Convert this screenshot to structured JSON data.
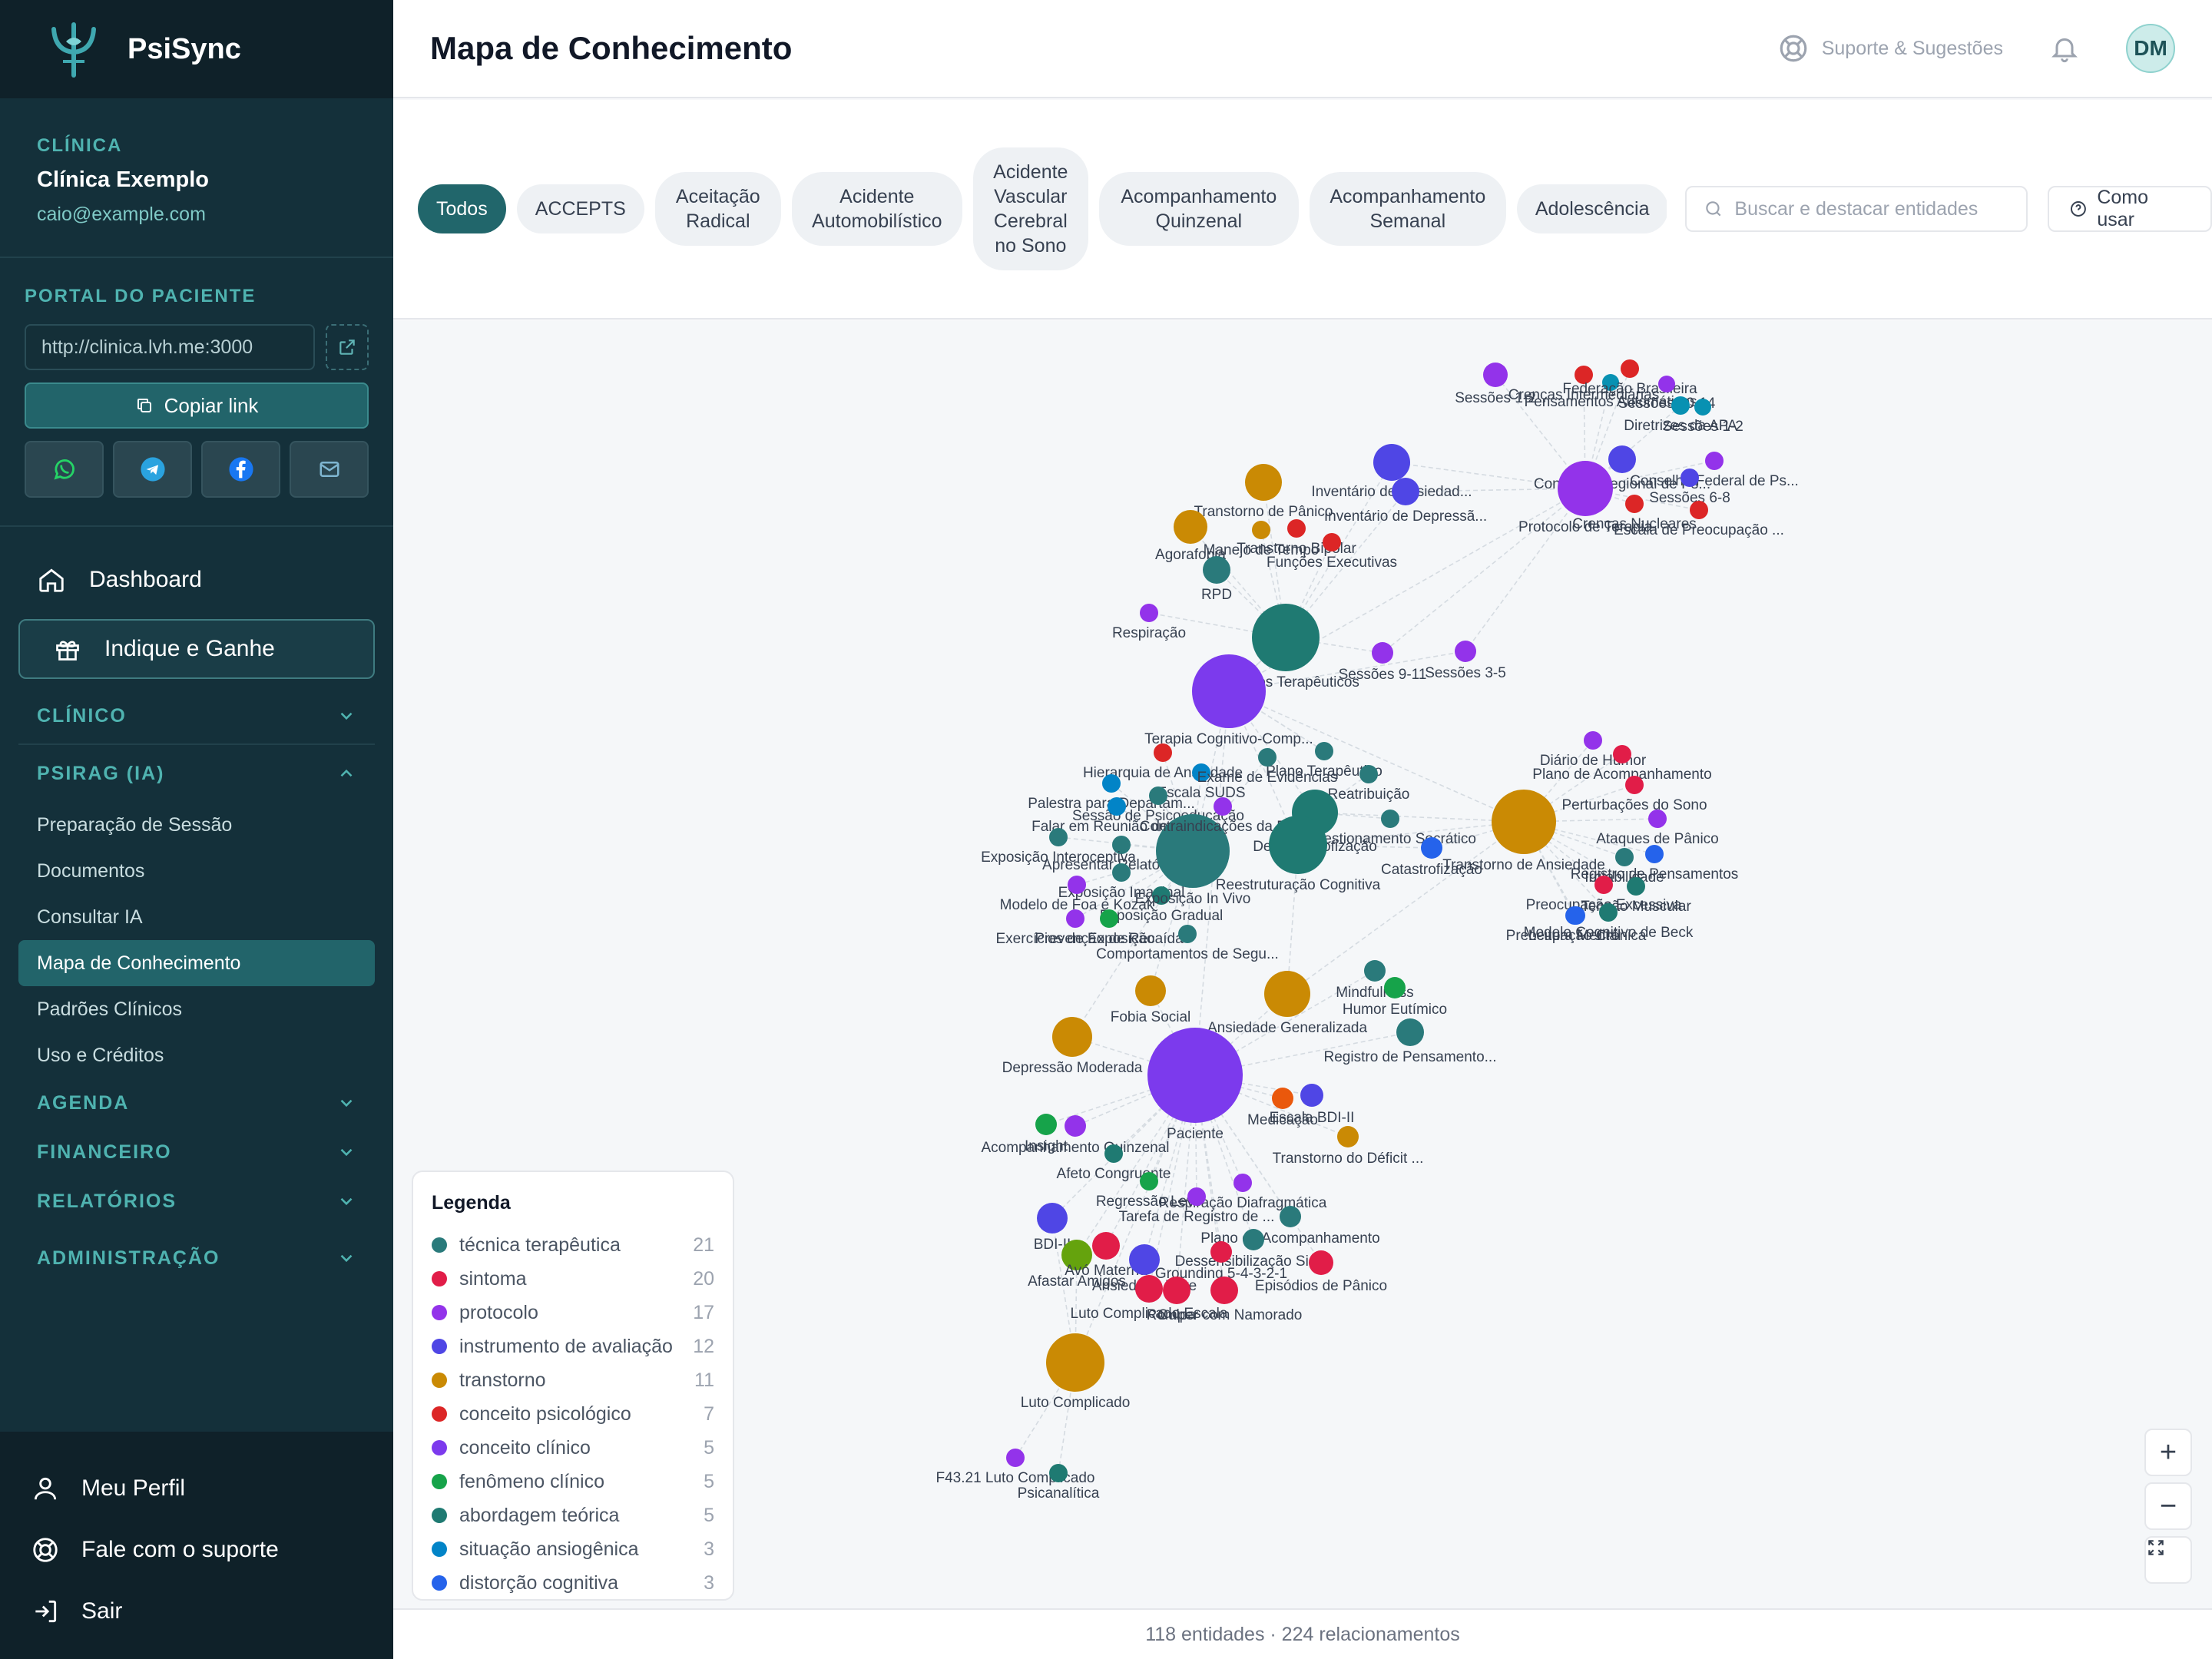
{
  "app": {
    "name": "PsiSync"
  },
  "clinic": {
    "label": "CLÍNICA",
    "name": "Clínica Exemplo",
    "email": "caio@example.com"
  },
  "portal": {
    "label": "PORTAL DO PACIENTE",
    "url": "http://clinica.lvh.me:3000",
    "copy_label": "Copiar link"
  },
  "nav": {
    "dashboard": "Dashboard",
    "refer": "Indique e Ganhe",
    "sections": {
      "clinico": "CLÍNICO",
      "psirag": "PSIRAG (IA)",
      "agenda": "AGENDA",
      "financeiro": "FINANCEIRO",
      "relatorios": "RELATÓRIOS",
      "administracao": "ADMINISTRAÇÃO"
    },
    "psirag_items": [
      "Preparação de Sessão",
      "Documentos",
      "Consultar IA",
      "Mapa de Conhecimento",
      "Padrões Clínicos",
      "Uso e Créditos"
    ],
    "bottom": [
      "Meu Perfil",
      "Fale com o suporte",
      "Sair"
    ]
  },
  "header": {
    "title": "Mapa de Conhecimento",
    "support": "Suporte & Sugestões",
    "avatar": "DM"
  },
  "filters": {
    "chips": [
      "Todos",
      "ACCEPTS",
      "Aceitação Radical",
      "Acidente Automobilístico",
      "Acidente Vascular Cerebral no Sono",
      "Acompanhamento Quinzenal",
      "Acompanhamento Semanal",
      "Adolescência"
    ],
    "search_placeholder": "Buscar e destacar entidades",
    "how_to": "Como usar"
  },
  "legend": {
    "title": "Legenda",
    "items": [
      {
        "label": "técnica terapêutica",
        "count": "21",
        "color": "#2a7a7b"
      },
      {
        "label": "sintoma",
        "count": "20",
        "color": "#e11d48"
      },
      {
        "label": "protocolo",
        "count": "17",
        "color": "#9333ea"
      },
      {
        "label": "instrumento de avaliação",
        "count": "12",
        "color": "#4f46e5"
      },
      {
        "label": "transtorno",
        "count": "11",
        "color": "#ca8a04"
      },
      {
        "label": "conceito psicológico",
        "count": "7",
        "color": "#dc2626"
      },
      {
        "label": "conceito clínico",
        "count": "5",
        "color": "#7c3aed"
      },
      {
        "label": "fenômeno clínico",
        "count": "5",
        "color": "#16a34a"
      },
      {
        "label": "abordagem teórica",
        "count": "5",
        "color": "#1f7a72"
      },
      {
        "label": "situação ansiogênica",
        "count": "3",
        "color": "#0284c7"
      },
      {
        "label": "distorção cognitiva",
        "count": "3",
        "color": "#2563eb"
      }
    ]
  },
  "graph": {
    "nodes": [
      {
        "label": "Sessões 1-2",
        "color": "#9333ea"
      },
      {
        "label": "Crenças Intermediárias",
        "color": "#dc2626"
      },
      {
        "label": "Pensamentos Automáticos",
        "color": "#0891b2"
      },
      {
        "label": "Federação Brasileira",
        "color": "#dc2626"
      },
      {
        "label": "Sessões 10-14",
        "color": "#9333ea"
      },
      {
        "label": "Diretrizes da APA",
        "color": "#0891b2"
      },
      {
        "label": "Sessões 1-2",
        "color": "#0891b2"
      },
      {
        "label": "Conselho Regional de Ps...",
        "color": "#4f46e5"
      },
      {
        "label": "Conselho Federal de Ps...",
        "color": "#9333ea"
      },
      {
        "label": "Protocolo de Terapia",
        "color": "#9333ea"
      },
      {
        "label": "Sessões 6-8",
        "color": "#4f46e5"
      },
      {
        "label": "Escala de Preocupação ...",
        "color": "#dc2626"
      },
      {
        "label": "Crenças Nucleares",
        "color": "#dc2626"
      },
      {
        "label": "Inventário de Ansiedad...",
        "color": "#4f46e5"
      },
      {
        "label": "Inventário de Depressã...",
        "color": "#4f46e5"
      },
      {
        "label": "Transtorno de Pânico",
        "color": "#ca8a04"
      },
      {
        "label": "Manejo de Tempo",
        "color": "#ca8a04"
      },
      {
        "label": "Transtorno Bipolar",
        "color": "#dc2626"
      },
      {
        "label": "Funções Executivas",
        "color": "#dc2626"
      },
      {
        "label": "Agorafobia",
        "color": "#ca8a04"
      },
      {
        "label": "RPD",
        "color": "#2a7a7b"
      },
      {
        "label": "Respiração",
        "color": "#9333ea"
      },
      {
        "label": "Objetivos Terapêuticos",
        "color": "#1f7a72"
      },
      {
        "label": "Terapia Cognitivo-Comp...",
        "color": "#7c3aed"
      },
      {
        "label": "Sessões 9-11",
        "color": "#9333ea"
      },
      {
        "label": "Sessões 3-5",
        "color": "#9333ea"
      },
      {
        "label": "Plano Terapêutico",
        "color": "#2a7a7b"
      },
      {
        "label": "Diário de Humor",
        "color": "#9333ea"
      },
      {
        "label": "Plano de Acompanhamento",
        "color": "#e11d48"
      },
      {
        "label": "Perturbações do Sono",
        "color": "#e11d48"
      },
      {
        "label": "Ataques de Pânico",
        "color": "#9333ea"
      },
      {
        "label": "Registro de Pensamentos",
        "color": "#2563eb"
      },
      {
        "label": "Irritabilidade",
        "color": "#2a7a7b"
      },
      {
        "label": "Preocupação Excessiva",
        "color": "#e11d48"
      },
      {
        "label": "Tensão Muscular",
        "color": "#1f7a72"
      },
      {
        "label": "Preocupação Crônica",
        "color": "#2563eb"
      },
      {
        "label": "Modelo Cognitivo de Beck",
        "color": "#1f7a72"
      },
      {
        "label": "Leitura Mental",
        "color": "#2563eb"
      },
      {
        "label": "Transtorno de Ansiedade",
        "color": "#ca8a04"
      },
      {
        "label": "Hierarquia de Ansiedade",
        "color": "#dc2626"
      },
      {
        "label": "Escala SUDS",
        "color": "#0284c7"
      },
      {
        "label": "Palestra para Departam...",
        "color": "#0284c7"
      },
      {
        "label": "Sessão de Psicoeducação",
        "color": "#2a7a7b"
      },
      {
        "label": "Falar em Reunião de Eq...",
        "color": "#0284c7"
      },
      {
        "label": "Apresentar Relatório p...",
        "color": "#2a7a7b"
      },
      {
        "label": "Exposição Interoceptiva",
        "color": "#2a7a7b"
      },
      {
        "label": "Exposição Imaginal",
        "color": "#2a7a7b"
      },
      {
        "label": "Modelo de Foa e Kozak",
        "color": "#9333ea"
      },
      {
        "label": "Exposição Gradual",
        "color": "#1f7a72"
      },
      {
        "label": "Exercícios de Exposição",
        "color": "#9333ea"
      },
      {
        "label": "Prevenção de Recaída",
        "color": "#16a34a"
      },
      {
        "label": "Comportamentos de Segu...",
        "color": "#2a7a7b"
      },
      {
        "label": "Exposição In Vivo",
        "color": "#2a7a7b"
      },
      {
        "label": "Contraindicações da Ex...",
        "color": "#9333ea"
      },
      {
        "label": "Exame de Evidências",
        "color": "#2a7a7b"
      },
      {
        "label": "Reatribuição",
        "color": "#2a7a7b"
      },
      {
        "label": "Descatastrofização",
        "color": "#1f7a72"
      },
      {
        "label": "Questionamento Socrático",
        "color": "#2a7a7b"
      },
      {
        "label": "Reestruturação Cognitiva",
        "color": "#1f7a72"
      },
      {
        "label": "Catastrofização",
        "color": "#2563eb"
      },
      {
        "label": "Fobia Social",
        "color": "#ca8a04"
      },
      {
        "label": "Ansiedade Generalizada",
        "color": "#ca8a04"
      },
      {
        "label": "Mindfulness",
        "color": "#2a7a7b"
      },
      {
        "label": "Humor Eutímico",
        "color": "#16a34a"
      },
      {
        "label": "Registro de Pensamento...",
        "color": "#2a7a7b"
      },
      {
        "label": "Depressão Moderada",
        "color": "#ca8a04"
      },
      {
        "label": "Paciente",
        "color": "#7c3aed"
      },
      {
        "label": "Medicação",
        "color": "#ea580c"
      },
      {
        "label": "Escala BDI-II",
        "color": "#4f46e5"
      },
      {
        "label": "Transtorno do Déficit ...",
        "color": "#ca8a04"
      },
      {
        "label": "Insight",
        "color": "#16a34a"
      },
      {
        "label": "Acompanhamento Quinzenal",
        "color": "#9333ea"
      },
      {
        "label": "Afeto Congruente",
        "color": "#1f7a72"
      },
      {
        "label": "Respiração Diafragmática",
        "color": "#9333ea"
      },
      {
        "label": "Regressão Leve",
        "color": "#16a34a"
      },
      {
        "label": "Tarefa de Registro de ...",
        "color": "#9333ea"
      },
      {
        "label": "Plano de Acompanhamento",
        "color": "#2a7a7b"
      },
      {
        "label": "BDI-II",
        "color": "#4f46e5"
      },
      {
        "label": "Dessensibilização Sist...",
        "color": "#2a7a7b"
      },
      {
        "label": "Grounding 5-4-3-2-1",
        "color": "#e11d48"
      },
      {
        "label": "Episódios de Pânico",
        "color": "#e11d48"
      },
      {
        "label": "Afastar Amigos",
        "color": "#65a30d"
      },
      {
        "label": "Avó Materna",
        "color": "#e11d48"
      },
      {
        "label": "Ansiedade Leve",
        "color": "#4f46e5"
      },
      {
        "label": "Luto Complicado Escala",
        "color": "#e11d48"
      },
      {
        "label": "Culpa",
        "color": "#e11d48"
      },
      {
        "label": "Romper com Namorado",
        "color": "#e11d48"
      },
      {
        "label": "Luto Complicado",
        "color": "#ca8a04"
      },
      {
        "label": "F43.21 Luto Complicado",
        "color": "#9333ea"
      },
      {
        "label": "Psicanalítica",
        "color": "#1f7a72"
      }
    ]
  },
  "stats": "118 entidades · 224 relacionamentos"
}
